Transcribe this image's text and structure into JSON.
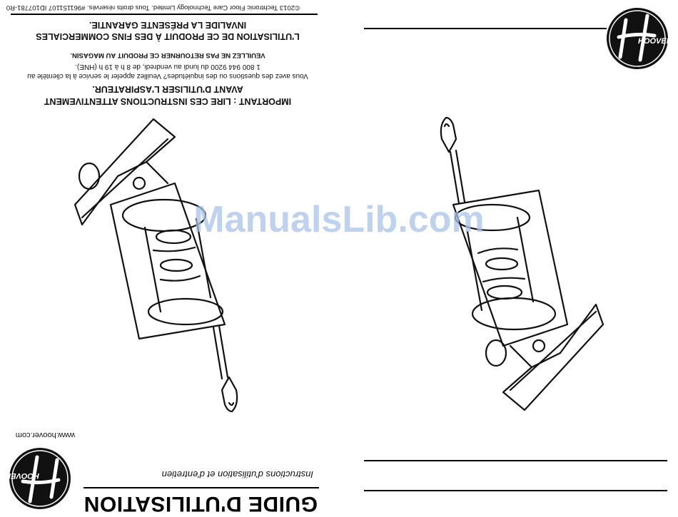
{
  "left_page": {
    "title": "GUIDE D'UTILISATION",
    "subtitle": "Instructions d'utilisation et d'entretien",
    "website": "www.hoover.com",
    "important": "IMPORTANT : LIRE CES INSTRUCTIONS ATTENTIVEMENT AVANT D'UTILISER L'ASPIRATEUR.",
    "contact": "Vous avez des questions ou des inquiétudes? Veuillez appeler le service à la clientèle au 1 800 944 9200 du lundi au vendredi, de 8 h à 19 h (HNE).",
    "return_notice": "VEUILLEZ NE PAS RETOURNER CE PRODUIT AU MAGASIN.",
    "commercial_warning": "L'UTILISATION DE CE PRODUIT À DES FINS COMMERCIALES INVALIDE LA PRÉSENTE GARANTIE.",
    "copyright": "©2013 Techtronic Floor Care Technology Limited. Tous droits réservés. #961151107 ID107781-R0"
  },
  "brand": {
    "logo_text": "HOOVER"
  },
  "watermark": "ManualsLib.com",
  "colors": {
    "ink": "#111111",
    "watermark": "#a9c4ec"
  }
}
